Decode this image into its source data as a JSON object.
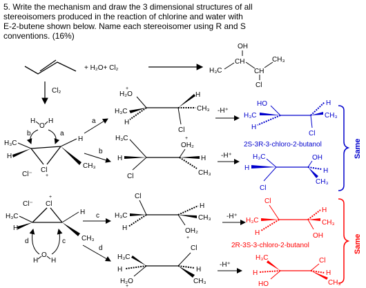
{
  "question": {
    "lines": [
      "5.  Write the mechanism and draw the 3 dimensional structures of all",
      "stereoisomers produced in the reaction of chlorine and water with",
      "E-2-butene shown below.  Name each stereoisomer using R and S",
      "conventions. (16%)"
    ]
  },
  "reaction": {
    "reagents": "+  H₂O+  Cl₂",
    "step_reagent": "Cl₂",
    "minus_h": "-H⁺"
  },
  "product": {
    "oh": "OH",
    "h3c": "H₃C",
    "ch_left": "CH",
    "ch_right": "CH",
    "ch3": "CH₃",
    "cl": "Cl"
  },
  "labels": {
    "a": "a",
    "b": "b",
    "c": "c",
    "d": "d",
    "name_blue": "2S-3R-3-chloro-2-butanol",
    "name_red": "2R-3S-3-chloro-2-butanol",
    "same": "Same"
  },
  "atoms": {
    "h": "H",
    "o": "O",
    "oh": "OH",
    "ho": "HO",
    "oh2": "OH₂",
    "h2o": "H₂O",
    "cl": "Cl",
    "cl_minus": "Cl⁻",
    "h3c": "H₃C",
    "ch3": "CH₃",
    "plus": "+"
  },
  "colors": {
    "blue": "#0000cc",
    "red": "#ff0000",
    "black": "#000000"
  }
}
